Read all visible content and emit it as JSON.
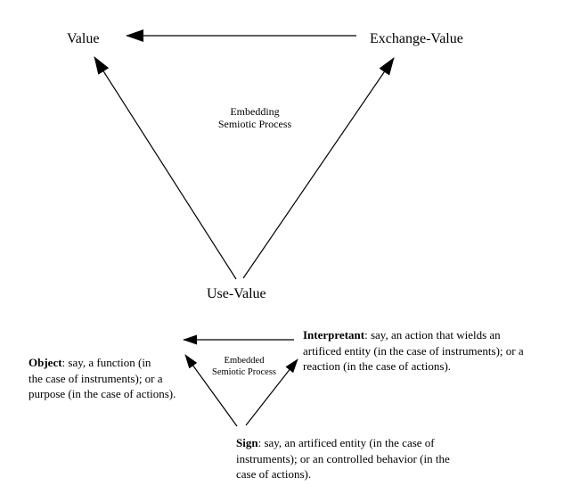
{
  "embedding_triangle": {
    "value_label": "Value",
    "exchange_value_label": "Exchange-Value",
    "use_value_label": "Use-Value",
    "center_label_line1": "Embedding",
    "center_label_line2": "Semiotic Process"
  },
  "embedded_triangle": {
    "center_label_line1": "Embedded",
    "center_label_line2": "Semiotic Process",
    "object": {
      "term": "Object",
      "line1_rest": ": say, a function (in",
      "line2": "the case of instruments); or a",
      "line3": "purpose (in the case of actions)."
    },
    "interpretant": {
      "term": "Interpretant",
      "line1_rest": ": say, an action that wields an",
      "line2": "artificed entity (in the case of instruments); or a",
      "line3": "reaction (in the case of actions)."
    },
    "sign": {
      "term": "Sign",
      "line1_rest": ": say, an artificed entity (in the case of",
      "line2": "instruments); or an controlled behavior (in the",
      "line3": "case of actions)."
    }
  },
  "colors": {
    "background": "#ffffff",
    "line": "#000000",
    "text": "#000000"
  }
}
